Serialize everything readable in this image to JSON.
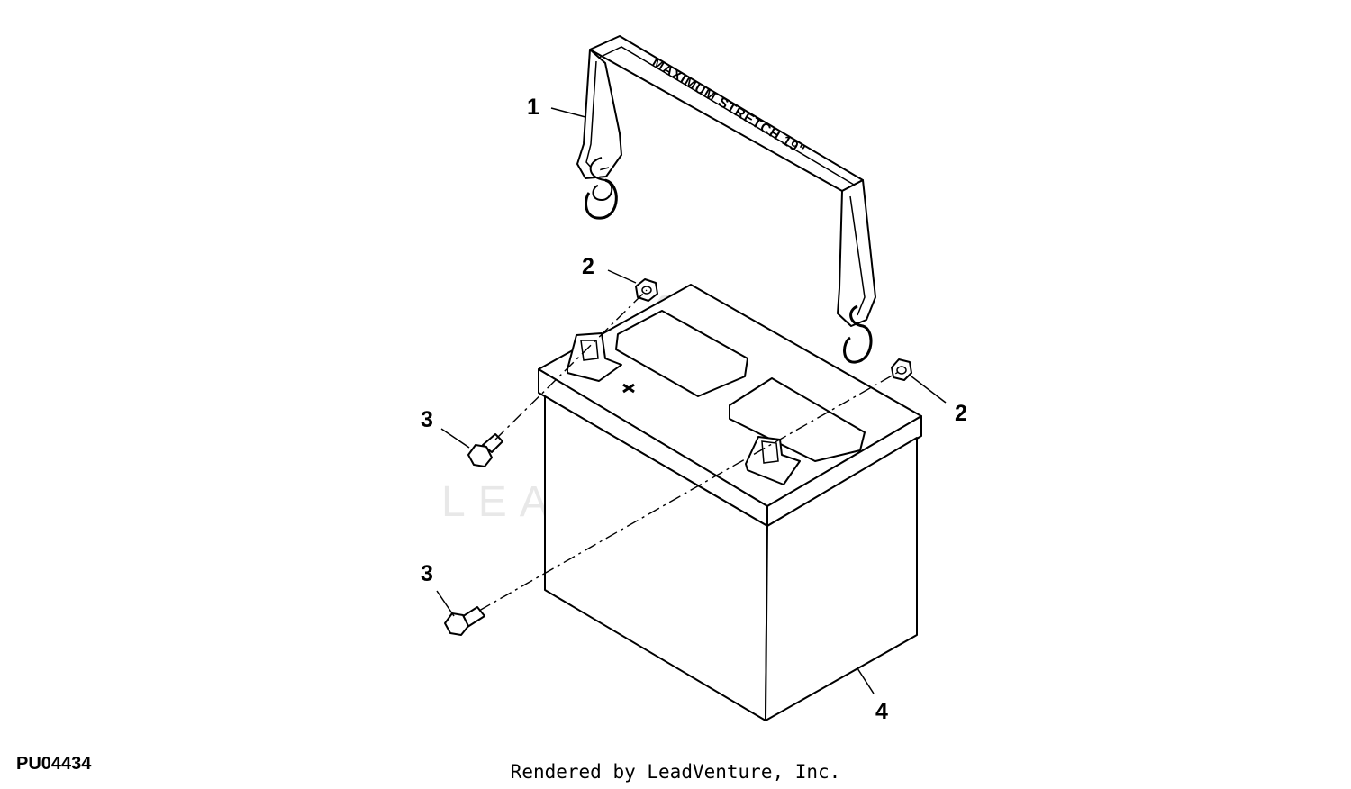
{
  "callouts": {
    "strap": "1",
    "nut_upper": "2",
    "nut_right": "2",
    "bolt_upper": "3",
    "bolt_lower": "3",
    "battery": "4"
  },
  "strap_label": "MAXIMUM STRETCH 19\"",
  "watermark": "LEADVENTURE",
  "figure_id": "PU04434",
  "rendered_by": "Rendered by LeadVenture, Inc."
}
